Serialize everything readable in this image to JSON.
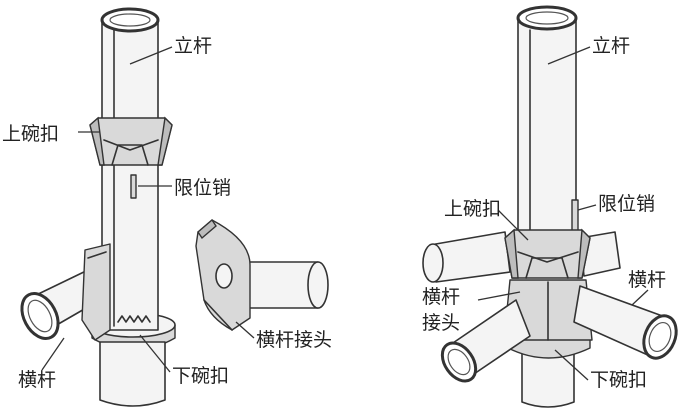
{
  "left_figure": {
    "labels": {
      "vertical_pole": "立杆",
      "upper_bowl": "上碗扣",
      "limit_pin": "限位销",
      "horizontal_pole": "横杆",
      "horizontal_joint": "横杆接头",
      "lower_bowl": "下碗扣"
    }
  },
  "right_figure": {
    "labels": {
      "vertical_pole": "立杆",
      "upper_bowl": "上碗扣",
      "limit_pin": "限位销",
      "horizontal_pole": "横杆",
      "joint_line1": "横杆",
      "joint_line2": "接头",
      "lower_bowl": "下碗扣"
    }
  }
}
